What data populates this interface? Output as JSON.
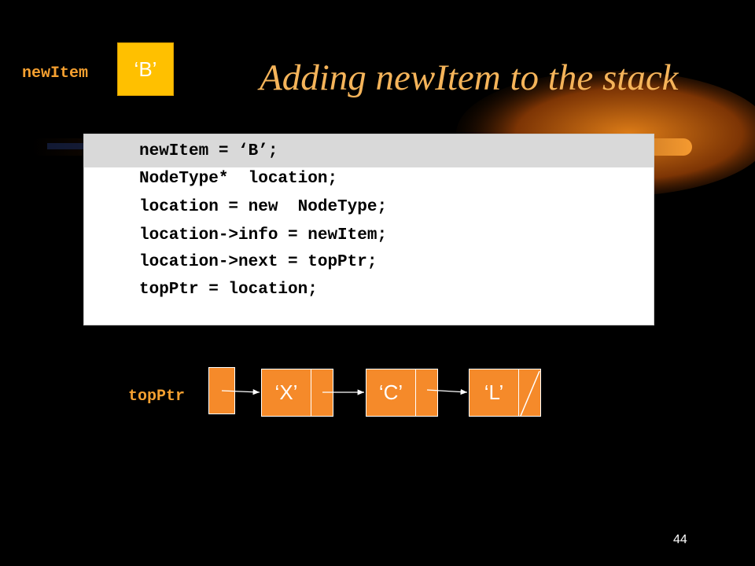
{
  "title": "Adding newItem to the stack",
  "new_item": {
    "label": "newItem",
    "value": "‘B’"
  },
  "code_lines": [
    "newItem = ‘B’;",
    "NodeType*  location;",
    "location = new  NodeType;",
    "location->info = newItem;",
    "location->next = topPtr;",
    "topPtr = location;"
  ],
  "stack": {
    "pointer_label": "topPtr",
    "nodes": [
      {
        "info": "‘X’"
      },
      {
        "info": "‘C’"
      },
      {
        "info": "‘L’",
        "next_null": true
      }
    ]
  },
  "slide_number": "44",
  "colors": {
    "accent_orange": "#f58a2a",
    "title_gold": "#f5b45a",
    "item_yellow": "#ffc000"
  }
}
